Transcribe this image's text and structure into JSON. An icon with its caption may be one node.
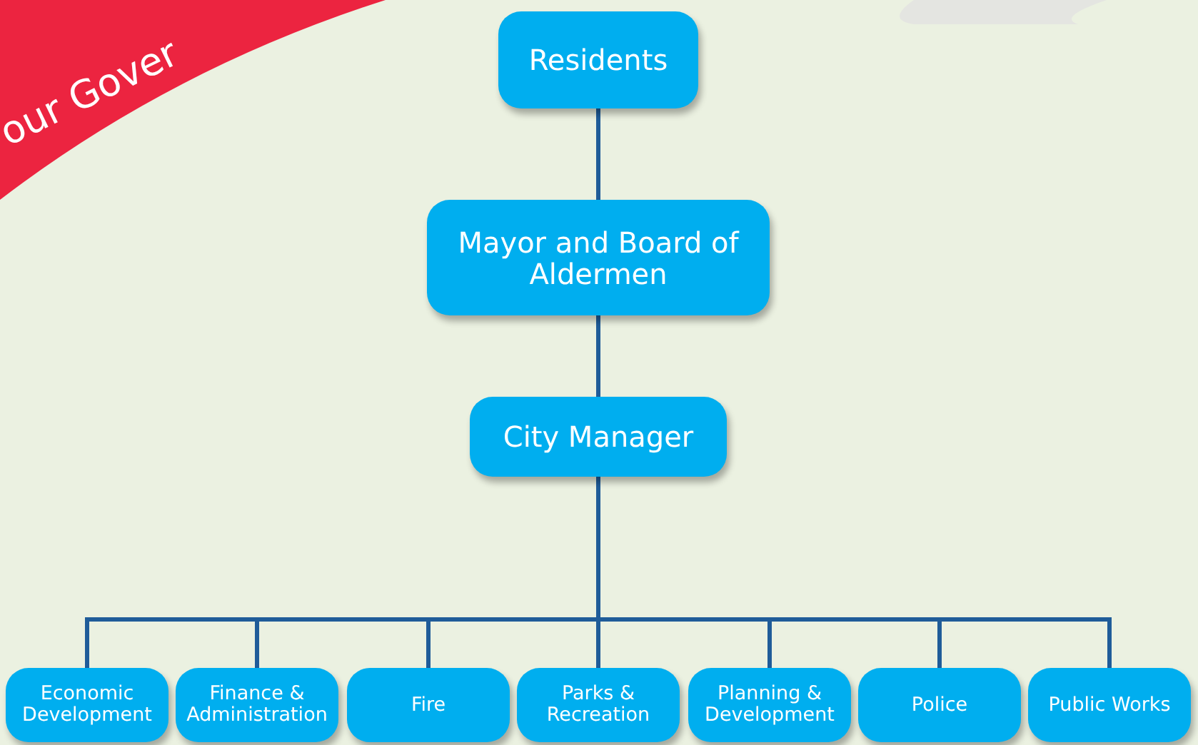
{
  "diagram": {
    "nodes": [
      {
        "text": [
          "Residents"
        ]
      },
      {
        "text": [
          "Mayor and Board of Aldermen"
        ]
      },
      {
        "text": [
          "City Manager"
        ]
      },
      {
        "text": [
          "Economic Development"
        ]
      },
      {
        "text": [
          "Finance & Administration"
        ]
      },
      {
        "text": [
          "Fire"
        ]
      },
      {
        "text": [
          "Parks & Recreation"
        ]
      },
      {
        "text": [
          "Planning & Development"
        ]
      },
      {
        "text": [
          "Police"
        ]
      },
      {
        "text": [
          "Public Works"
        ]
      }
    ],
    "edges": [
      {
        "from": 0,
        "to": 1,
        "arrow": "none"
      },
      {
        "from": 1,
        "to": 2,
        "arrow": "none"
      },
      {
        "from": 2,
        "to": 3,
        "arrow": "none"
      },
      {
        "from": 2,
        "to": 4,
        "arrow": "none"
      },
      {
        "from": 2,
        "to": 5,
        "arrow": "none"
      },
      {
        "from": 2,
        "to": 6,
        "arrow": "none"
      },
      {
        "from": 2,
        "to": 7,
        "arrow": "none"
      },
      {
        "from": 2,
        "to": 8,
        "arrow": "none"
      },
      {
        "from": 2,
        "to": 9,
        "arrow": "none"
      }
    ],
    "labels": [
      "our Gover"
    ]
  }
}
